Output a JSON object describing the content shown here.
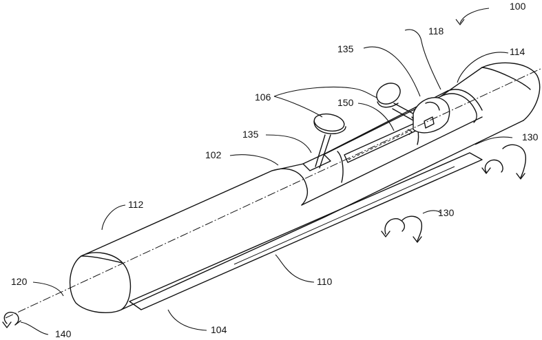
{
  "labels": {
    "l100": "100",
    "l118": "118",
    "l135_top": "135",
    "l114": "114",
    "l106": "106",
    "l150": "150",
    "l135_left": "135",
    "l102": "102",
    "l130_right": "130",
    "l112": "112",
    "l130_mid": "130",
    "l120": "120",
    "l110": "110",
    "l140": "140",
    "l104": "104"
  }
}
